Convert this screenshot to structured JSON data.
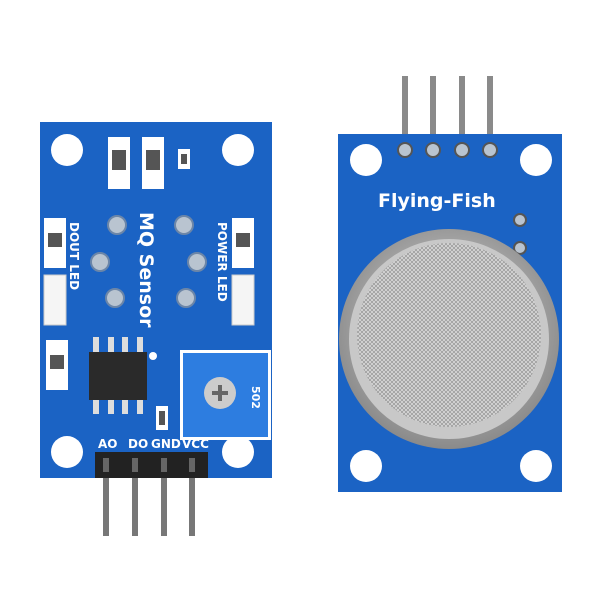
{
  "left_board": {
    "title": "MQ Sensor",
    "dout_label": "DOUT LED",
    "power_label": "POWER LED",
    "pin_labels": [
      "AO",
      "DO",
      "GND",
      "VCC"
    ],
    "pot_label": "502"
  },
  "right_board": {
    "brand": "Flying-Fish"
  },
  "colors": {
    "pcb": "#1b63c4",
    "pcb_dark": "#1550a8",
    "silk": "#ffffff",
    "metal": "#b8b8b8"
  }
}
